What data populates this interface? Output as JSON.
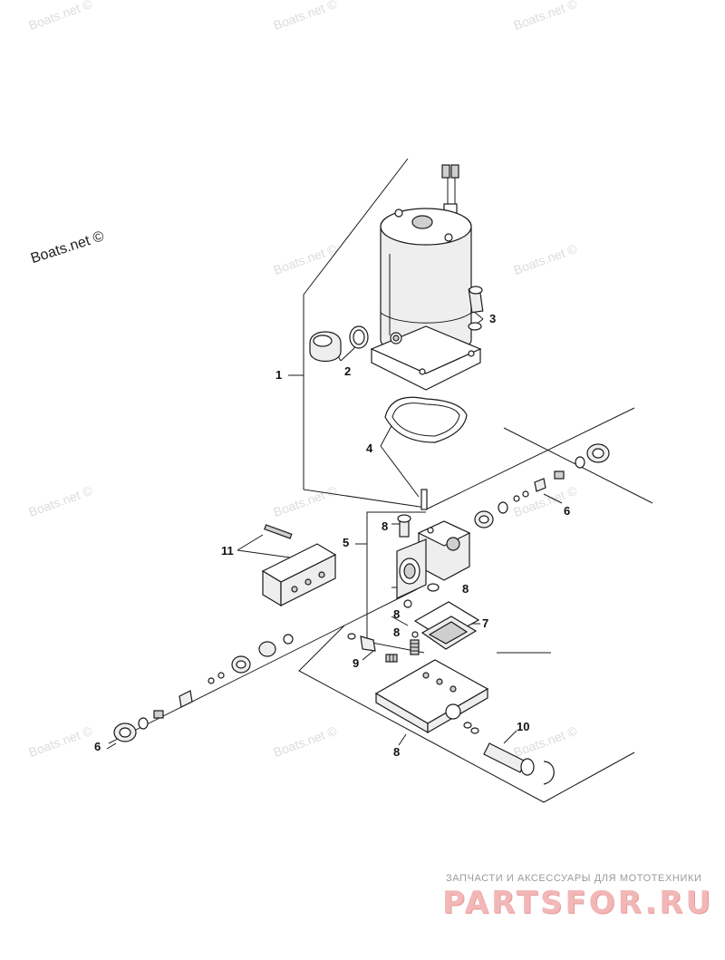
{
  "watermarks": {
    "site_small": "Boats.net ©",
    "site_large": "Boats.net ©"
  },
  "callouts": {
    "c1": "1",
    "c2": "2",
    "c3": "3",
    "c4": "4",
    "c5": "5",
    "c6a": "6",
    "c6b": "6",
    "c7": "7",
    "c8a": "8",
    "c8b": "8",
    "c8c": "8",
    "c8d": "8",
    "c8e": "8",
    "c9": "9",
    "c10": "10",
    "c11": "11"
  },
  "footer": {
    "subtitle": "ЗАПЧАСТИ И АКСЕССУАРЫ ДЛЯ МОТОТЕХНИКИ",
    "logo": "PARTSFOR.RU",
    "logo_color": "#f2b7b7"
  },
  "colors": {
    "line": "#1a1a1a",
    "watermark": "#dcdcdc"
  }
}
